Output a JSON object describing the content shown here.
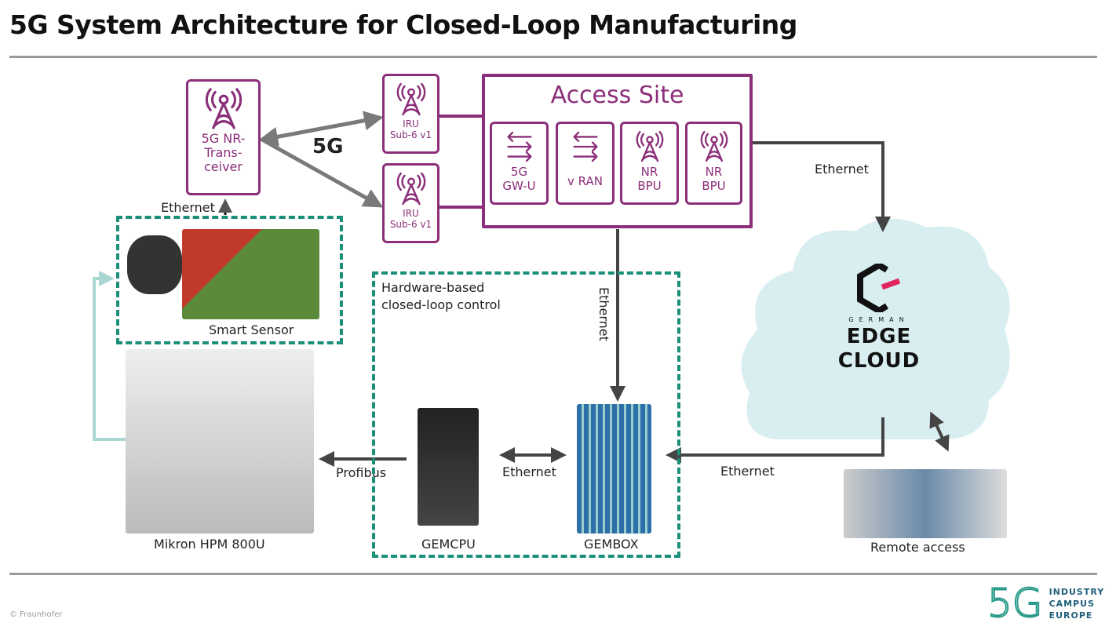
{
  "title": "5G System Architecture for Closed-Loop Manufacturing",
  "transceiver": {
    "label_lines": [
      "5G NR-",
      "Trans-",
      "ceiver"
    ]
  },
  "iru": [
    {
      "line1": "IRU",
      "line2": "Sub-6 v1"
    },
    {
      "line1": "IRU",
      "line2": "Sub-6 v1"
    }
  ],
  "radio_label": "5G",
  "access_site": {
    "title": "Access Site",
    "modules": [
      {
        "line1": "5G",
        "line2": "GW-U",
        "icon": "bidirectional-arrows-icon"
      },
      {
        "line1": "v RAN",
        "line2": "",
        "icon": "bidirectional-arrows-icon"
      },
      {
        "line1": "NR",
        "line2": "BPU",
        "icon": "antenna-tower-icon"
      },
      {
        "line1": "NR",
        "line2": "BPU",
        "icon": "antenna-tower-icon"
      }
    ]
  },
  "links": {
    "sensor_ethernet": "Ethernet",
    "access_cloud": "Ethernet",
    "access_gembox": "Ethernet",
    "cloud_gembox": "Ethernet",
    "gemcpu_gembox": "Ethernet",
    "profibus": "Profibus"
  },
  "smart_sensor": {
    "label": "Smart Sensor"
  },
  "hw_loop": {
    "line1": "Hardware-based",
    "line2": "closed-loop control"
  },
  "devices": {
    "gemcpu": "GEMCPU",
    "gembox": "GEMBOX",
    "machine": "Mikron HPM 800U",
    "remote": "Remote access"
  },
  "cloud_logo": {
    "small": "GERMAN",
    "line1": "EDGE",
    "line2": "CLOUD"
  },
  "footer": {
    "copyright": "© Fraunhofer",
    "logo_mark": "5G",
    "logo_lines": [
      "INDUSTRY",
      "CAMPUS",
      "EUROPE"
    ]
  },
  "colors": {
    "purple": "#8b2f7a",
    "teal": "#1a8f7a",
    "cloud": "#d8eef0",
    "arrow": "#7a7a7a"
  }
}
